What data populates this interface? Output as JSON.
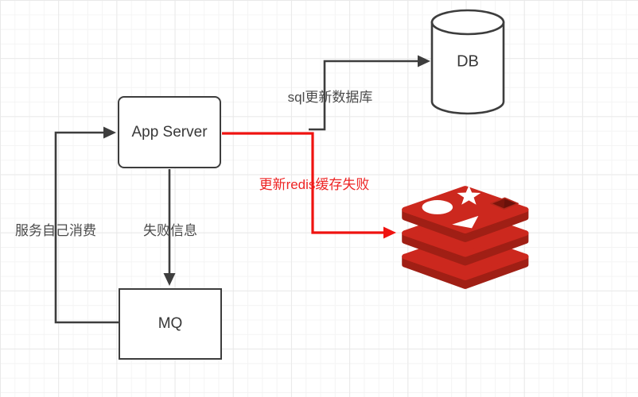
{
  "canvas": {
    "background": "#ffffff",
    "grid_minor_color": "#f4f4f4",
    "grid_major_color": "#e9e9e9"
  },
  "colors": {
    "connector": "#3d3d3d",
    "error_red": "#ef1310",
    "error_text": "#ee2424",
    "label_gray": "#4a4a4a",
    "node_border": "#3d3d3d",
    "node_text": "#383838",
    "redis_red": "#cc281e",
    "redis_dark_red": "#a01f15",
    "redis_hole": "#7d150c"
  },
  "nodes": {
    "app_server": {
      "label": "App Server",
      "shape": "rounded-rect"
    },
    "db": {
      "label": "DB",
      "shape": "cylinder",
      "icon": "database-cylinder-icon"
    },
    "mq": {
      "label": "MQ",
      "shape": "rect"
    },
    "redis": {
      "shape": "redis-stack",
      "icon": "redis-stack-icon"
    }
  },
  "edges": [
    {
      "from": "App Server",
      "to": "DB",
      "label": "sql更新数据库"
    },
    {
      "from": "App Server",
      "to": "Redis",
      "label": "更新redis缓存失败"
    },
    {
      "from": "App Server",
      "to": "MQ",
      "label": "失败信息"
    },
    {
      "from": "MQ",
      "to": "App Server",
      "label": "服务自己消费"
    }
  ]
}
